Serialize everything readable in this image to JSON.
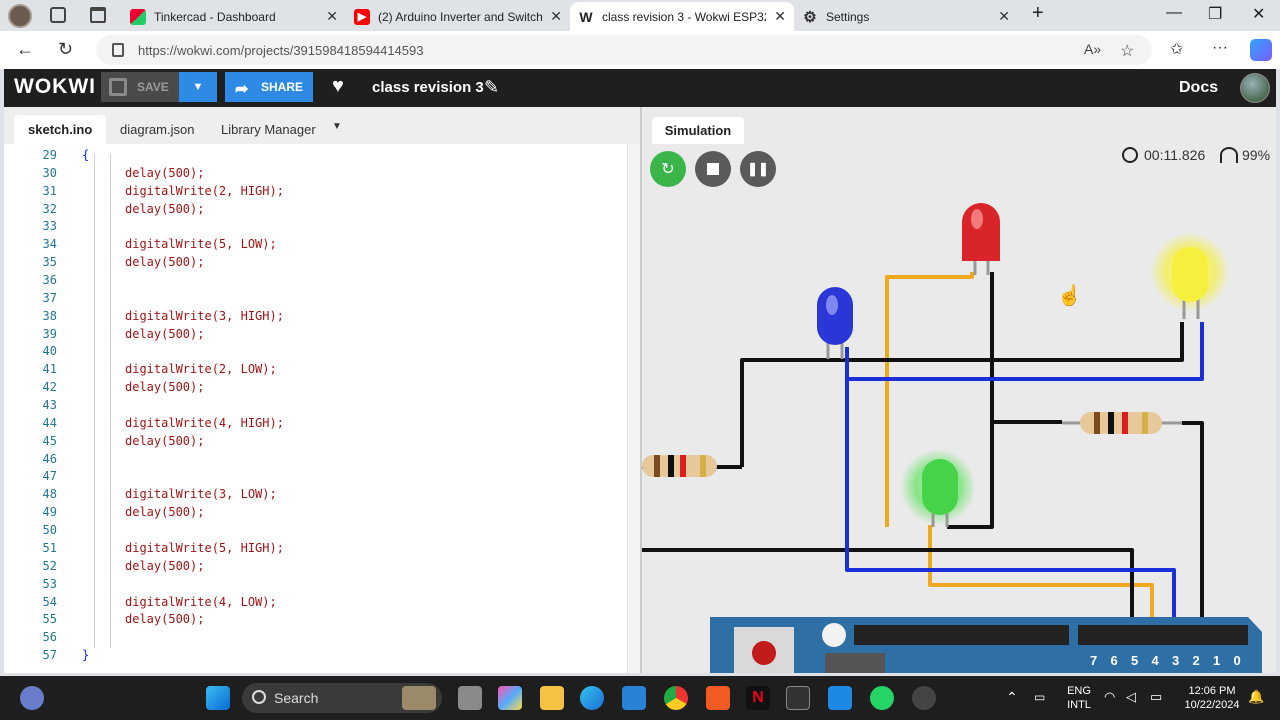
{
  "browser": {
    "tabs": [
      {
        "title": "Tinkercad - Dashboard",
        "active": false
      },
      {
        "title": "(2) Arduino Inverter and Switching",
        "active": false
      },
      {
        "title": "class revision 3 - Wokwi ESP32, STM32",
        "active": true
      },
      {
        "title": "Settings",
        "active": false
      }
    ],
    "url": "https://wokwi.com/projects/391598418594414593"
  },
  "wokwi": {
    "logo": "WOKWI",
    "save_label": "SAVE",
    "share_label": "SHARE",
    "project_title": "class revision 3",
    "docs_label": "Docs"
  },
  "editor": {
    "tabs": [
      "sketch.ino",
      "diagram.json",
      "Library Manager"
    ],
    "lines": [
      {
        "n": "29",
        "t": "{"
      },
      {
        "n": "30",
        "t": "delay(500);"
      },
      {
        "n": "31",
        "t": "digitalWrite(2, HIGH);"
      },
      {
        "n": "32",
        "t": "delay(500);"
      },
      {
        "n": "33",
        "t": ""
      },
      {
        "n": "34",
        "t": "digitalWrite(5, LOW);"
      },
      {
        "n": "35",
        "t": "delay(500);"
      },
      {
        "n": "36",
        "t": ""
      },
      {
        "n": "37",
        "t": ""
      },
      {
        "n": "38",
        "t": "digitalWrite(3, HIGH);"
      },
      {
        "n": "39",
        "t": "delay(500);"
      },
      {
        "n": "40",
        "t": ""
      },
      {
        "n": "41",
        "t": "digitalWrite(2, LOW);"
      },
      {
        "n": "42",
        "t": "delay(500);"
      },
      {
        "n": "43",
        "t": ""
      },
      {
        "n": "44",
        "t": "digitalWrite(4, HIGH);"
      },
      {
        "n": "45",
        "t": "delay(500);"
      },
      {
        "n": "46",
        "t": ""
      },
      {
        "n": "47",
        "t": ""
      },
      {
        "n": "48",
        "t": "digitalWrite(3, LOW);"
      },
      {
        "n": "49",
        "t": "delay(500);"
      },
      {
        "n": "50",
        "t": ""
      },
      {
        "n": "51",
        "t": "digitalWrite(5, HIGH);"
      },
      {
        "n": "52",
        "t": "delay(500);"
      },
      {
        "n": "53",
        "t": ""
      },
      {
        "n": "54",
        "t": "digitalWrite(4, LOW);"
      },
      {
        "n": "55",
        "t": "delay(500);"
      },
      {
        "n": "56",
        "t": ""
      },
      {
        "n": "57",
        "t": "}"
      }
    ]
  },
  "simulation": {
    "tab_label": "Simulation",
    "timer": "00:11.826",
    "speed": "99%",
    "board_pins": [
      "7",
      "6",
      "5",
      "4",
      "3",
      "2",
      "1",
      "0"
    ]
  },
  "taskbar": {
    "search_label": "Search",
    "lang": "ENG",
    "layout": "INTL",
    "time": "12:06 PM",
    "date": "10/22/2024"
  }
}
